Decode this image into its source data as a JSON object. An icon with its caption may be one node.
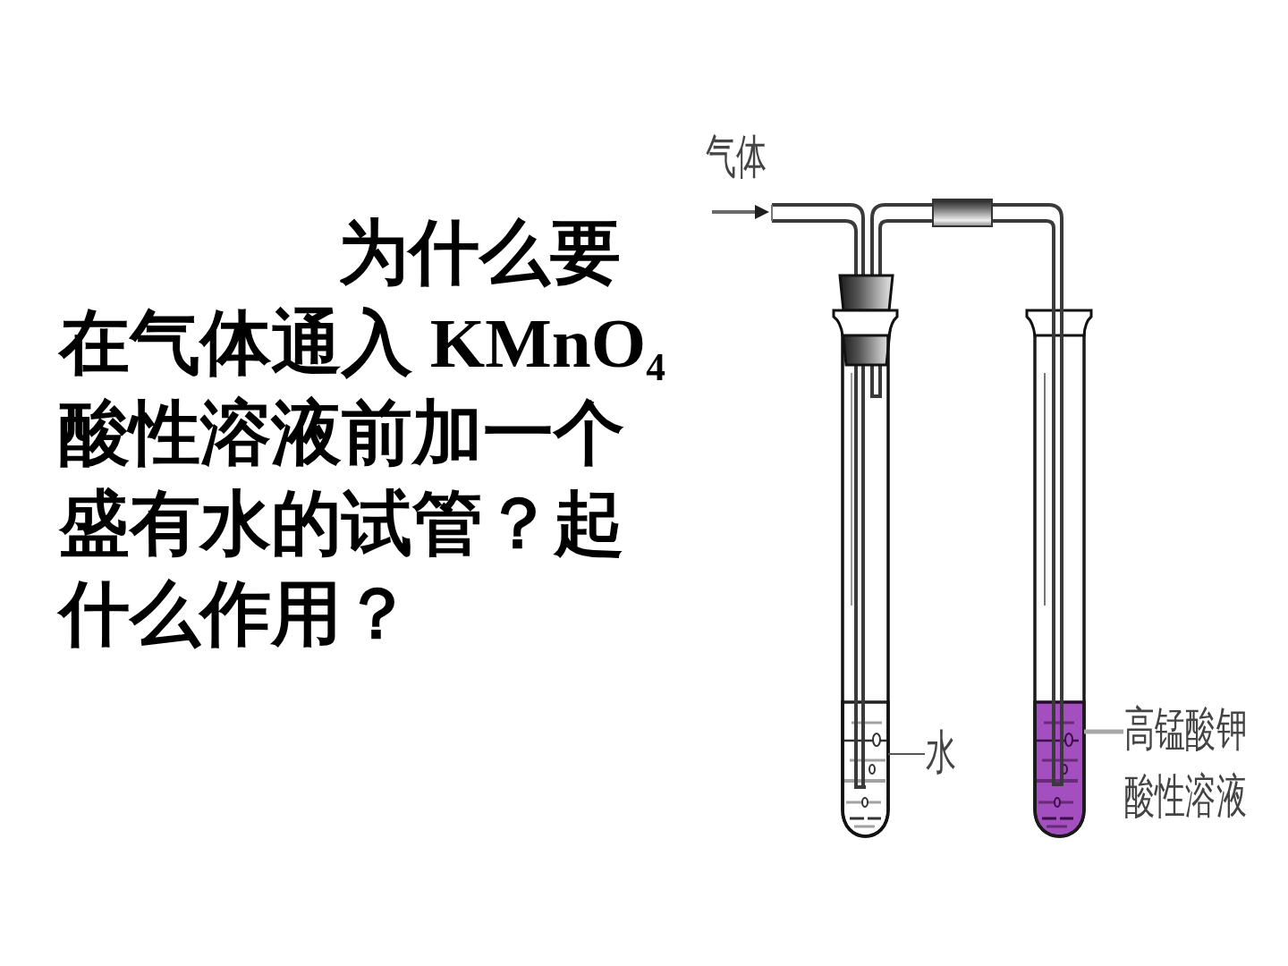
{
  "diagram": {
    "nodes": [
      {
        "text": [
          "水"
        ]
      },
      {
        "text": [],
        "shape": "picture"
      },
      {
        "text": [
          "高锰酸钾酸性溶液"
        ]
      },
      {
        "text": [],
        "shape": "picture"
      }
    ],
    "edges": [
      {
        "from": 0,
        "to": 1,
        "arrow": "none"
      },
      {
        "from": 2,
        "to": 3,
        "arrow": "none",
        "style": "thick",
        "color": "#a8a8a8"
      }
    ],
    "labels": [
      "为什么要在气体通入 KMnO$_{4}$酸性溶液前加一个盛有水的试管？起什么作用？",
      "气体"
    ]
  }
}
